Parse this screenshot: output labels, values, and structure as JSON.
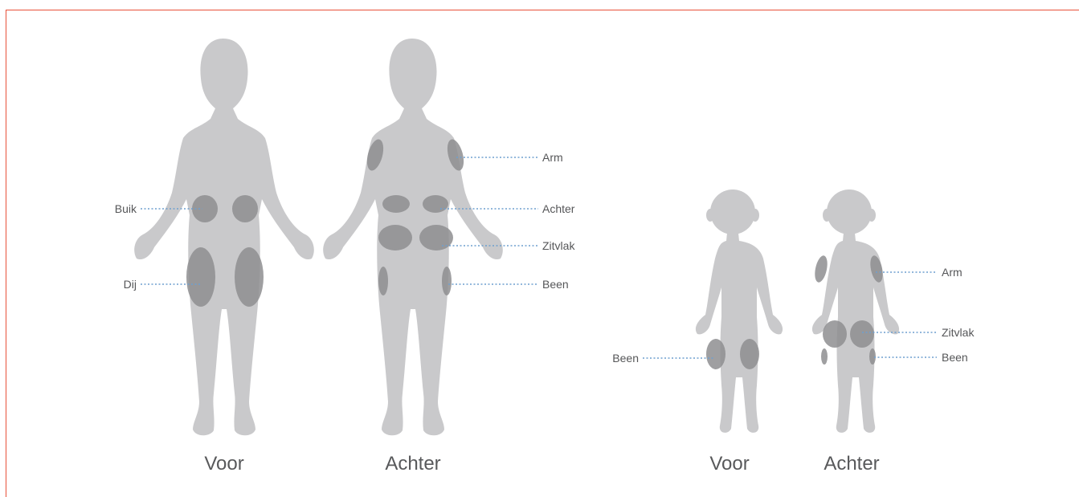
{
  "colors": {
    "frame": "#e8513a",
    "silhouette": "#c9c9cb",
    "zone": "#8e8e90",
    "leader": "#6e9fcf",
    "text": "#555658"
  },
  "adult": {
    "front_caption": "Voor",
    "back_caption": "Achter",
    "labels": {
      "buik": "Buik",
      "dij": "Dij",
      "arm": "Arm",
      "achter": "Achter",
      "zitvlak": "Zitvlak",
      "been": "Been"
    }
  },
  "child": {
    "front_caption": "Voor",
    "back_caption": "Achter",
    "labels": {
      "been_front": "Been",
      "arm": "Arm",
      "zitvlak": "Zitvlak",
      "been_back": "Been"
    }
  }
}
